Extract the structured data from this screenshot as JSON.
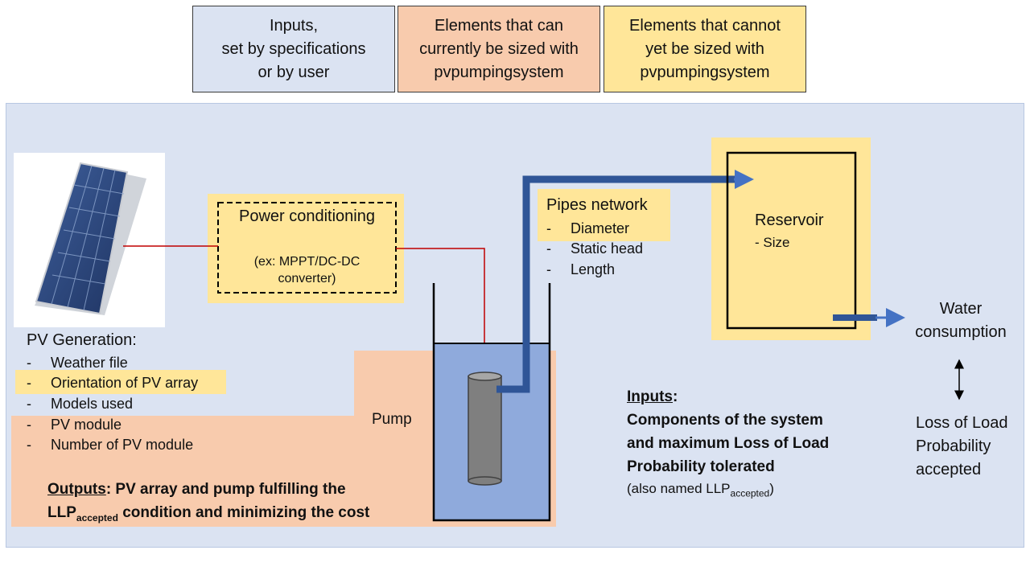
{
  "legend": {
    "inputs": "Inputs,\nset by specifications\nor by user",
    "sized": "Elements that can\ncurrently be sized with\npvpumpingsystem",
    "not_sized": "Elements that cannot\nyet be sized with\npvpumpingsystem"
  },
  "colors": {
    "inputs": "#dbe3f2",
    "sized": "#f8cbad",
    "not_sized": "#ffe699",
    "pipe": "#2f5597",
    "water": "#8faadc",
    "wire": "#c00000"
  },
  "power_conditioning": {
    "title": "Power conditioning",
    "note": "(ex: MPPT/DC-DC\nconverter)"
  },
  "pipes": {
    "title": "Pipes network",
    "items": [
      "Diameter",
      "Static head",
      "Length"
    ],
    "dash": "-"
  },
  "reservoir": {
    "title": "Reservoir",
    "item": "- Size"
  },
  "water_consumption": "Water\nconsumption",
  "llp_accepted_label": "Loss of Load\nProbability\naccepted",
  "pump_label": "Pump",
  "pv_generation": {
    "title": "PV Generation:",
    "items": [
      "Weather file",
      "Orientation of PV array",
      "Models used",
      "PV module",
      "Number of PV module"
    ],
    "dash": "-"
  },
  "outputs": {
    "label": "Outputs",
    "colon": ":",
    "line1": " PV array and pump fulfilling the",
    "line2_prefix": "LLP",
    "line2_sub": "accepted",
    "line2_rest": " condition and minimizing the cost"
  },
  "inputs_note": {
    "label": "Inputs",
    "colon": ":",
    "line1": "Components of the system",
    "line2": "and maximum Loss of Load",
    "line3": "Probability tolerated",
    "line4_prefix": "(also named LLP",
    "line4_sub": "accepted",
    "line4_suffix": ")"
  }
}
